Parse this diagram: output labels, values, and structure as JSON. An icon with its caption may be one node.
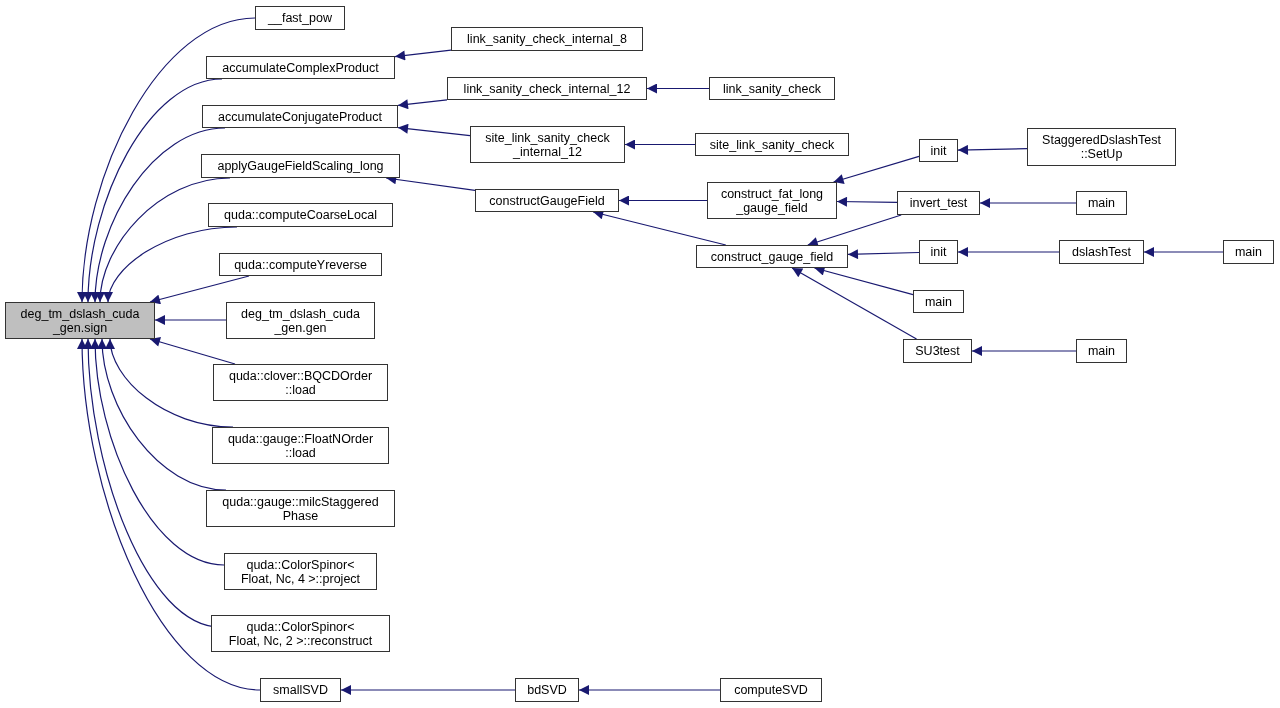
{
  "diagram": {
    "nodes": [
      {
        "text": [
          "deg_tm_dslash_cuda _gen.sign"
        ]
      },
      {
        "text": [
          "__fast_pow"
        ]
      },
      {
        "text": [
          "accumulateComplexProduct"
        ]
      },
      {
        "text": [
          "accumulateConjugateProduct"
        ]
      },
      {
        "text": [
          "applyGaugeFieldScaling_long"
        ]
      },
      {
        "text": [
          "quda::computeCoarseLocal"
        ]
      },
      {
        "text": [
          "quda::computeYreverse"
        ]
      },
      {
        "text": [
          "deg_tm_dslash_cuda _gen.gen"
        ]
      },
      {
        "text": [
          "quda::clover::BQCDOrder ::load"
        ]
      },
      {
        "text": [
          "quda::gauge::FloatNOrder ::load"
        ]
      },
      {
        "text": [
          "quda::gauge::milcStaggered Phase"
        ]
      },
      {
        "text": [
          "quda::ColorSpinor< Float, Nc, 4 >::project"
        ]
      },
      {
        "text": [
          "quda::ColorSpinor< Float, Nc, 2 >::reconstruct"
        ]
      },
      {
        "text": [
          "smallSVD"
        ]
      },
      {
        "text": [
          "link_sanity_check_internal_8"
        ]
      },
      {
        "text": [
          "link_sanity_check_internal_12"
        ]
      },
      {
        "text": [
          "site_link_sanity_check _internal_12"
        ]
      },
      {
        "text": [
          "constructGaugeField"
        ]
      },
      {
        "text": [
          "link_sanity_check"
        ]
      },
      {
        "text": [
          "site_link_sanity_check"
        ]
      },
      {
        "text": [
          "construct_fat_long _gauge_field"
        ]
      },
      {
        "text": [
          "construct_gauge_field"
        ]
      },
      {
        "text": [
          "bdSVD"
        ]
      },
      {
        "text": [
          "computeSVD"
        ]
      },
      {
        "text": [
          "init"
        ]
      },
      {
        "text": [
          "invert_test"
        ]
      },
      {
        "text": [
          "init"
        ]
      },
      {
        "text": [
          "main"
        ]
      },
      {
        "text": [
          "SU3test"
        ]
      },
      {
        "text": [
          "StaggeredDslashTest ::SetUp"
        ]
      },
      {
        "text": [
          "main"
        ]
      },
      {
        "text": [
          "dslashTest"
        ]
      },
      {
        "text": [
          "main"
        ]
      },
      {
        "text": [
          "main"
        ]
      }
    ],
    "edges": [
      {
        "from": 1,
        "to": 0,
        "arrow": "to"
      },
      {
        "from": 2,
        "to": 0,
        "arrow": "to"
      },
      {
        "from": 3,
        "to": 0,
        "arrow": "to"
      },
      {
        "from": 4,
        "to": 0,
        "arrow": "to"
      },
      {
        "from": 5,
        "to": 0,
        "arrow": "to"
      },
      {
        "from": 6,
        "to": 0,
        "arrow": "to"
      },
      {
        "from": 7,
        "to": 0,
        "arrow": "to"
      },
      {
        "from": 8,
        "to": 0,
        "arrow": "to"
      },
      {
        "from": 9,
        "to": 0,
        "arrow": "to"
      },
      {
        "from": 10,
        "to": 0,
        "arrow": "to"
      },
      {
        "from": 11,
        "to": 0,
        "arrow": "to"
      },
      {
        "from": 12,
        "to": 0,
        "arrow": "to"
      },
      {
        "from": 13,
        "to": 0,
        "arrow": "to"
      },
      {
        "from": 14,
        "to": 2,
        "arrow": "to"
      },
      {
        "from": 15,
        "to": 3,
        "arrow": "to"
      },
      {
        "from": 16,
        "to": 3,
        "arrow": "to"
      },
      {
        "from": 17,
        "to": 4,
        "arrow": "to"
      },
      {
        "from": 18,
        "to": 15,
        "arrow": "to"
      },
      {
        "from": 19,
        "to": 16,
        "arrow": "to"
      },
      {
        "from": 20,
        "to": 17,
        "arrow": "to"
      },
      {
        "from": 21,
        "to": 17,
        "arrow": "to"
      },
      {
        "from": 24,
        "to": 20,
        "arrow": "to"
      },
      {
        "from": 25,
        "to": 20,
        "arrow": "to"
      },
      {
        "from": 25,
        "to": 21,
        "arrow": "to"
      },
      {
        "from": 26,
        "to": 21,
        "arrow": "to"
      },
      {
        "from": 27,
        "to": 21,
        "arrow": "to"
      },
      {
        "from": 28,
        "to": 21,
        "arrow": "to"
      },
      {
        "from": 22,
        "to": 13,
        "arrow": "to"
      },
      {
        "from": 23,
        "to": 22,
        "arrow": "to"
      },
      {
        "from": 29,
        "to": 24,
        "arrow": "to"
      },
      {
        "from": 30,
        "to": 25,
        "arrow": "to"
      },
      {
        "from": 31,
        "to": 26,
        "arrow": "to"
      },
      {
        "from": 33,
        "to": 31,
        "arrow": "to"
      },
      {
        "from": 32,
        "to": 28,
        "arrow": "to"
      }
    ]
  }
}
